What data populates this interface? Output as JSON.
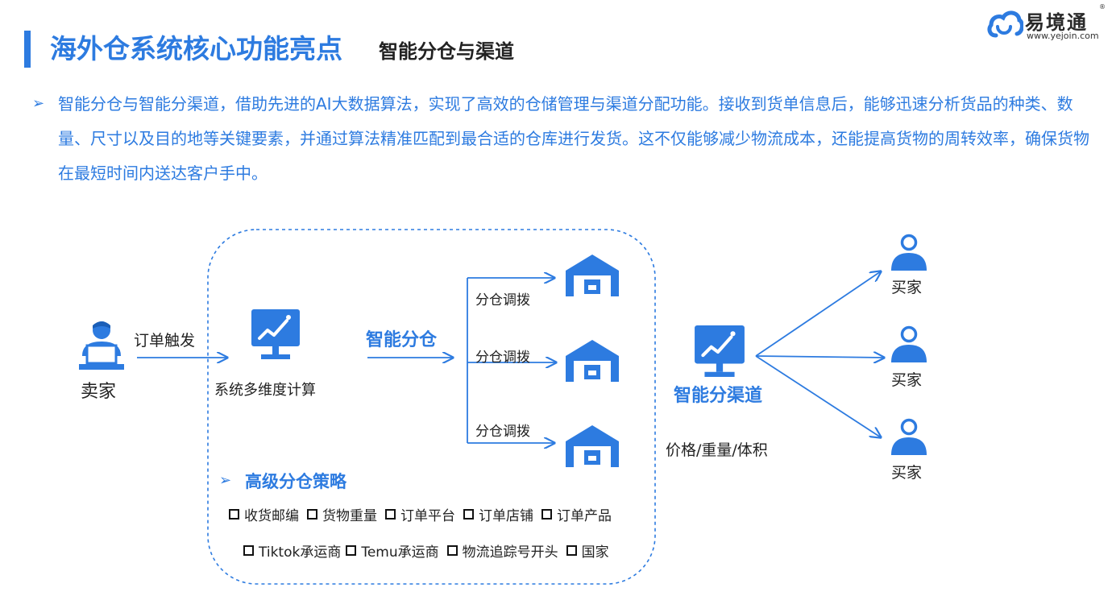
{
  "header": {
    "title": "海外仓系统核心功能亮点",
    "subtitle": "智能分仓与渠道",
    "logo_text": "易境通",
    "logo_url": "www.yejoin.com",
    "logo_reg": "®"
  },
  "intro": {
    "bullet": "➢",
    "text": "智能分仓与智能分渠道，借助先进的AI大数据算法，实现了高效的仓储管理与渠道分配功能。接收到货单信息后，能够迅速分析货品的种类、数量、尺寸以及目的地等关键要素，并通过算法精准匹配到最合适的仓库进行发货。这不仅能够减少物流成本，还能提高货物的周转效率，确保货物在最短时间内送达客户手中。"
  },
  "diagram": {
    "seller_label": "卖家",
    "order_trigger_label": "订单触发",
    "system_label": "系统多维度计算",
    "smart_warehouse_label": "智能分仓",
    "transfer_labels": [
      "分仓调拨",
      "分仓调拨",
      "分仓调拨"
    ],
    "smart_channel_label": "智能分渠道",
    "channel_criteria": "价格/重量/体积",
    "buyer_labels": [
      "买家",
      "买家",
      "买家"
    ],
    "strategy_bullet": "➢",
    "strategy_title": "高级分仓策略",
    "strategy_row1": [
      "收货邮编",
      "货物重量",
      "订单平台",
      "订单店铺",
      "订单产品"
    ],
    "strategy_row2": [
      "Tiktok承运商",
      "Temu承运商",
      "物流追踪号开头",
      "国家"
    ]
  },
  "colors": {
    "accent": "#2d7be0",
    "text": "#222222"
  },
  "icons": [
    "cloud-logo-icon",
    "seller-person-icon",
    "monitor-chart-icon",
    "warehouse-icon",
    "buyer-person-icon",
    "checkbox-icon"
  ]
}
